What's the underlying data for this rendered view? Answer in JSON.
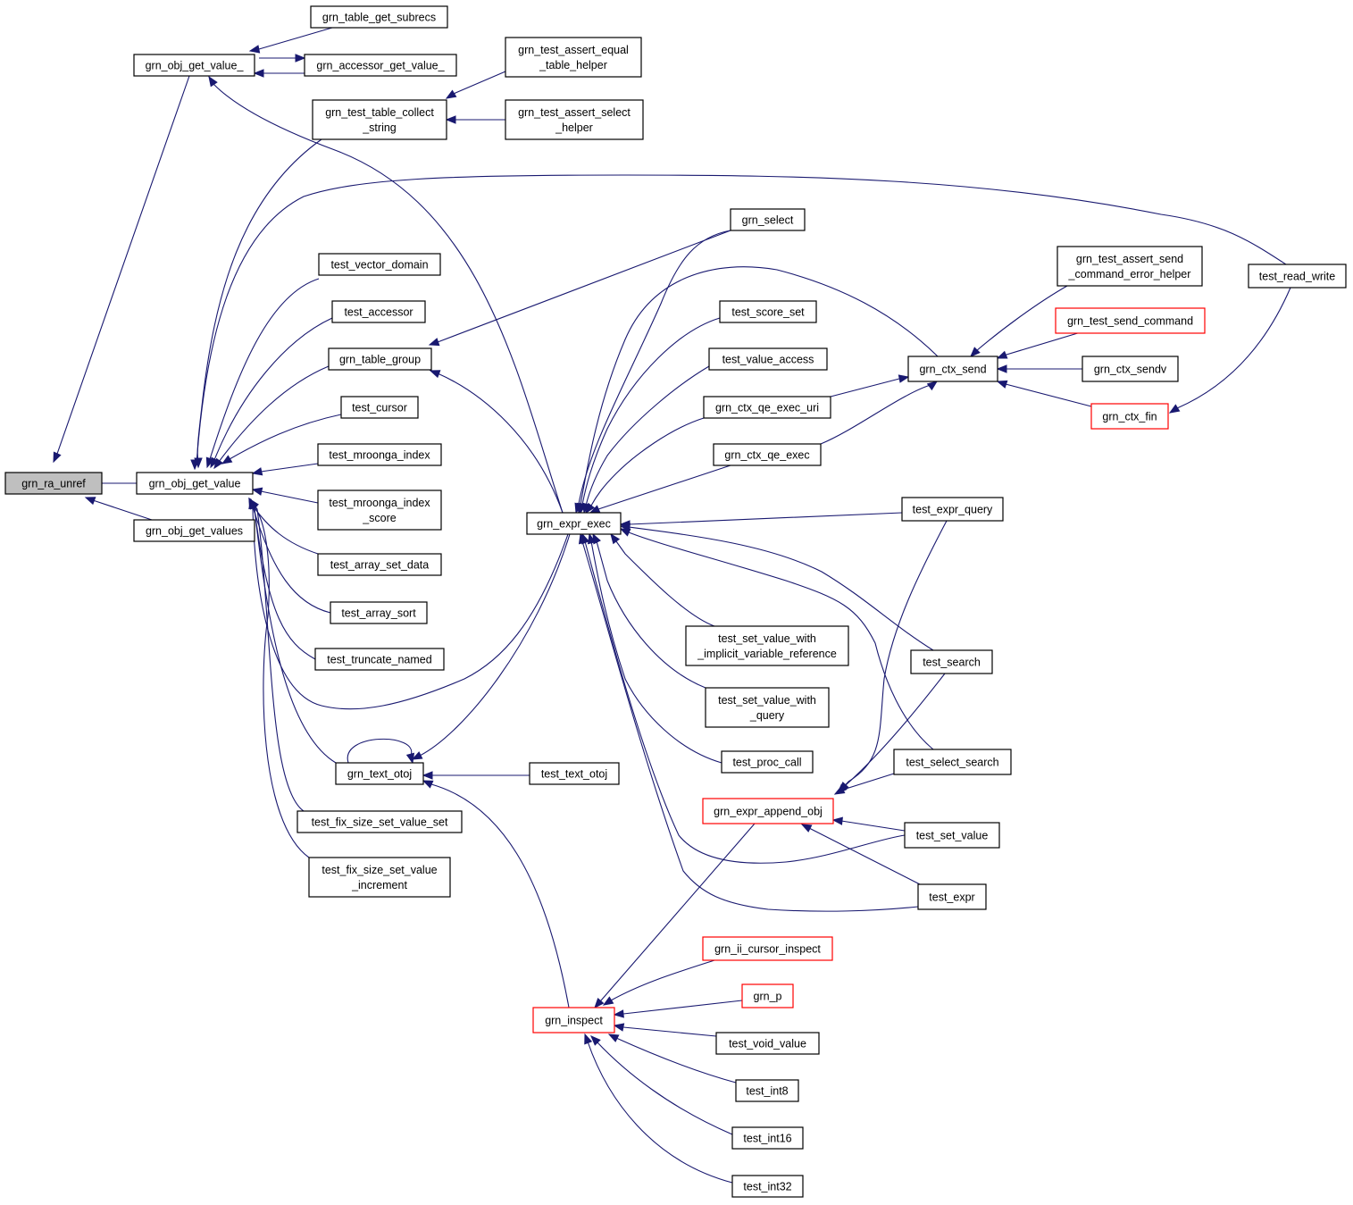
{
  "diagram": {
    "nodes": [
      {
        "id": "ra_unref",
        "lines": [
          "grn_ra_unref"
        ],
        "highlight": true
      },
      {
        "id": "ogv",
        "lines": [
          "grn_obj_get_value"
        ]
      },
      {
        "id": "ogvs",
        "lines": [
          "grn_obj_get_values"
        ]
      },
      {
        "id": "ogv_",
        "lines": [
          "grn_obj_get_value_"
        ]
      },
      {
        "id": "tgs",
        "lines": [
          "grn_table_get_subrecs"
        ]
      },
      {
        "id": "agv",
        "lines": [
          "grn_accessor_get_value_"
        ]
      },
      {
        "id": "ttcs",
        "lines": [
          "grn_test_table_collect",
          "_string"
        ]
      },
      {
        "id": "taeth",
        "lines": [
          "grn_test_assert_equal",
          "_table_helper"
        ]
      },
      {
        "id": "tash",
        "lines": [
          "grn_test_assert_select",
          "_helper"
        ]
      },
      {
        "id": "tvd",
        "lines": [
          "test_vector_domain"
        ]
      },
      {
        "id": "tacc",
        "lines": [
          "test_accessor"
        ]
      },
      {
        "id": "tgrp",
        "lines": [
          "grn_table_group"
        ]
      },
      {
        "id": "tcur",
        "lines": [
          "test_cursor"
        ]
      },
      {
        "id": "tmi",
        "lines": [
          "test_mroonga_index"
        ]
      },
      {
        "id": "tmis",
        "lines": [
          "test_mroonga_index",
          "_score"
        ]
      },
      {
        "id": "tasd",
        "lines": [
          "test_array_set_data"
        ]
      },
      {
        "id": "tas",
        "lines": [
          "test_array_sort"
        ]
      },
      {
        "id": "ttn",
        "lines": [
          "test_truncate_named"
        ]
      },
      {
        "id": "tto",
        "lines": [
          "grn_text_otoj"
        ]
      },
      {
        "id": "tfssv",
        "lines": [
          "test_fix_size_set_value_set"
        ]
      },
      {
        "id": "tfssvi",
        "lines": [
          "test_fix_size_set_value",
          "_increment"
        ]
      },
      {
        "id": "ee",
        "lines": [
          "grn_expr_exec"
        ]
      },
      {
        "id": "sel",
        "lines": [
          "grn_select"
        ]
      },
      {
        "id": "tss",
        "lines": [
          "test_score_set"
        ]
      },
      {
        "id": "tva",
        "lines": [
          "test_value_access"
        ]
      },
      {
        "id": "cqeu",
        "lines": [
          "grn_ctx_qe_exec_uri"
        ]
      },
      {
        "id": "cqe",
        "lines": [
          "grn_ctx_qe_exec"
        ]
      },
      {
        "id": "tsvivr",
        "lines": [
          "test_set_value_with",
          "_implicit_variable_reference"
        ]
      },
      {
        "id": "tsvwq",
        "lines": [
          "test_set_value_with",
          "_query"
        ]
      },
      {
        "id": "tpc",
        "lines": [
          "test_proc_call"
        ]
      },
      {
        "id": "ttoj",
        "lines": [
          "test_text_otoj"
        ]
      },
      {
        "id": "eao",
        "lines": [
          "grn_expr_append_obj"
        ],
        "red": true
      },
      {
        "id": "icinsp",
        "lines": [
          "grn_ii_cursor_inspect"
        ],
        "red": true
      },
      {
        "id": "gp",
        "lines": [
          "grn_p"
        ],
        "red": true
      },
      {
        "id": "insp",
        "lines": [
          "grn_inspect"
        ],
        "red": true
      },
      {
        "id": "tvv",
        "lines": [
          "test_void_value"
        ]
      },
      {
        "id": "ti8",
        "lines": [
          "test_int8"
        ]
      },
      {
        "id": "ti16",
        "lines": [
          "test_int16"
        ]
      },
      {
        "id": "ti32",
        "lines": [
          "test_int32"
        ]
      },
      {
        "id": "csend",
        "lines": [
          "grn_ctx_send"
        ]
      },
      {
        "id": "tasc",
        "lines": [
          "grn_test_assert_send",
          "_command_error_helper"
        ]
      },
      {
        "id": "tsc",
        "lines": [
          "grn_test_send_command"
        ],
        "red": true
      },
      {
        "id": "csendv",
        "lines": [
          "grn_ctx_sendv"
        ]
      },
      {
        "id": "cfin",
        "lines": [
          "grn_ctx_fin"
        ],
        "red": true
      },
      {
        "id": "trw",
        "lines": [
          "test_read_write"
        ]
      },
      {
        "id": "teq",
        "lines": [
          "test_expr_query"
        ]
      },
      {
        "id": "tsrch",
        "lines": [
          "test_search"
        ]
      },
      {
        "id": "tssrch",
        "lines": [
          "test_select_search"
        ]
      },
      {
        "id": "tsv",
        "lines": [
          "test_set_value"
        ]
      },
      {
        "id": "texpr",
        "lines": [
          "test_expr"
        ]
      }
    ],
    "edges": [
      {
        "from": "ogv",
        "to": "ra_unref"
      },
      {
        "from": "ogvs",
        "to": "ra_unref"
      },
      {
        "from": "ogv_",
        "to": "ra_unref"
      },
      {
        "from": "tgs",
        "to": "ogv_"
      },
      {
        "from": "ogv_",
        "to": "agv"
      },
      {
        "from": "agv",
        "to": "ogv_"
      },
      {
        "from": "ee",
        "to": "ogv_"
      },
      {
        "from": "taeth",
        "to": "ttcs"
      },
      {
        "from": "tash",
        "to": "ttcs"
      },
      {
        "from": "ttcs",
        "to": "ogv"
      },
      {
        "from": "trw",
        "to": "ogv"
      },
      {
        "from": "tvd",
        "to": "ogv"
      },
      {
        "from": "tacc",
        "to": "ogv"
      },
      {
        "from": "tgrp",
        "to": "ogv"
      },
      {
        "from": "tcur",
        "to": "ogv"
      },
      {
        "from": "tmi",
        "to": "ogv"
      },
      {
        "from": "tmis",
        "to": "ogv"
      },
      {
        "from": "tasd",
        "to": "ogv"
      },
      {
        "from": "tas",
        "to": "ogv"
      },
      {
        "from": "ttn",
        "to": "ogv"
      },
      {
        "from": "tto",
        "to": "ogv"
      },
      {
        "from": "tfssv",
        "to": "ogv"
      },
      {
        "from": "tfssvi",
        "to": "ogv"
      },
      {
        "from": "ee",
        "to": "ogv"
      },
      {
        "from": "sel",
        "to": "tgrp"
      },
      {
        "from": "ee",
        "to": "tgrp"
      },
      {
        "from": "tto",
        "to": "tto"
      },
      {
        "from": "ee",
        "to": "tto"
      },
      {
        "from": "ttoj",
        "to": "tto"
      },
      {
        "from": "insp",
        "to": "tto"
      },
      {
        "from": "sel",
        "to": "ee"
      },
      {
        "from": "csend",
        "to": "ee"
      },
      {
        "from": "tss",
        "to": "ee"
      },
      {
        "from": "tva",
        "to": "ee"
      },
      {
        "from": "cqeu",
        "to": "ee"
      },
      {
        "from": "cqe",
        "to": "ee"
      },
      {
        "from": "teq",
        "to": "ee"
      },
      {
        "from": "tsrch",
        "to": "ee"
      },
      {
        "from": "tssrch",
        "to": "ee"
      },
      {
        "from": "tsvivr",
        "to": "ee"
      },
      {
        "from": "tsvwq",
        "to": "ee"
      },
      {
        "from": "tpc",
        "to": "ee"
      },
      {
        "from": "tsv",
        "to": "ee"
      },
      {
        "from": "texpr",
        "to": "ee"
      },
      {
        "from": "cqeu",
        "to": "csend"
      },
      {
        "from": "cqe",
        "to": "csend"
      },
      {
        "from": "tasc",
        "to": "csend"
      },
      {
        "from": "tsc",
        "to": "csend"
      },
      {
        "from": "csendv",
        "to": "csend"
      },
      {
        "from": "cfin",
        "to": "csend"
      },
      {
        "from": "trw",
        "to": "cfin"
      },
      {
        "from": "teq",
        "to": "eao"
      },
      {
        "from": "tsrch",
        "to": "eao"
      },
      {
        "from": "tssrch",
        "to": "eao"
      },
      {
        "from": "tsv",
        "to": "eao"
      },
      {
        "from": "texpr",
        "to": "eao"
      },
      {
        "from": "eao",
        "to": "insp"
      },
      {
        "from": "icinsp",
        "to": "insp"
      },
      {
        "from": "gp",
        "to": "insp"
      },
      {
        "from": "tvv",
        "to": "insp"
      },
      {
        "from": "ti8",
        "to": "insp"
      },
      {
        "from": "ti16",
        "to": "insp"
      },
      {
        "from": "ti32",
        "to": "insp"
      }
    ]
  }
}
